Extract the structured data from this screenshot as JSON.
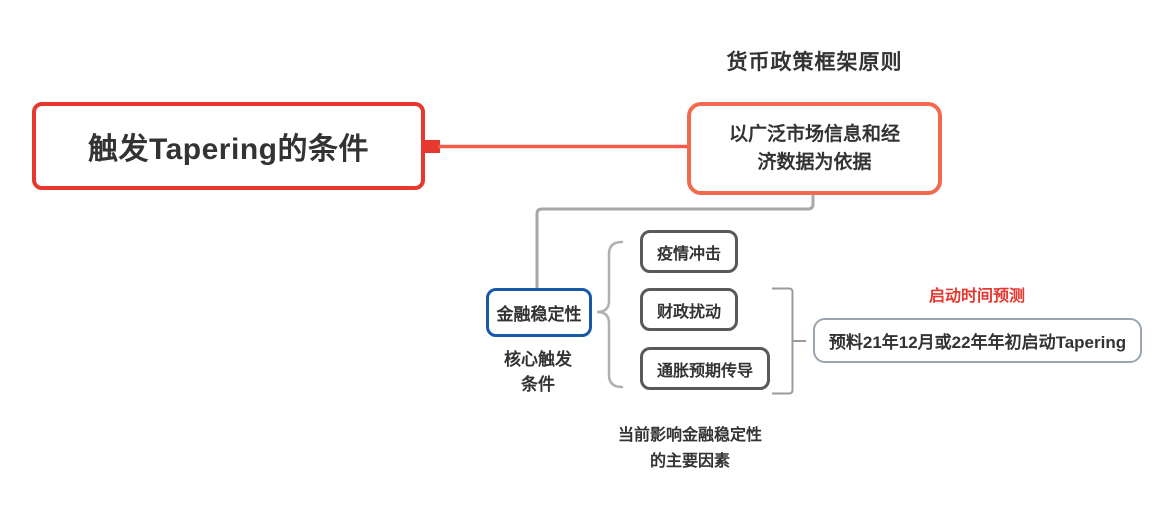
{
  "diagram": {
    "root_node": "触发Tapering的条件",
    "principle_label": "货币政策框架原则",
    "principle_node": {
      "lines": [
        "以广泛市场信息和经",
        "济数据为依据"
      ]
    },
    "stability_node": "金融稳定性",
    "stability_caption": {
      "lines": [
        "核心触发",
        "条件"
      ]
    },
    "factor_nodes": [
      {
        "label": "疫情冲击"
      },
      {
        "label": "财政扰动"
      },
      {
        "label": "通胀预期传导"
      }
    ],
    "factors_caption": {
      "lines": [
        "当前影响金融稳定性",
        "的主要因素"
      ]
    },
    "timing_label": "启动时间预测",
    "timing_node": "预料21年12月或22年年初启动Tapering"
  },
  "colors": {
    "accent_red": "#e6382f",
    "coral": "#f4694e",
    "coral_line": "#f25b49",
    "blue": "#1758a7",
    "dark_gray": "#595959",
    "line_gray": "#a8a8a8",
    "brace_gray": "#b0b0b0",
    "bracket_gray": "#9b9b9b",
    "blue_gray": "#9aa5b1",
    "text": "#333333",
    "background": "#ffffff"
  }
}
